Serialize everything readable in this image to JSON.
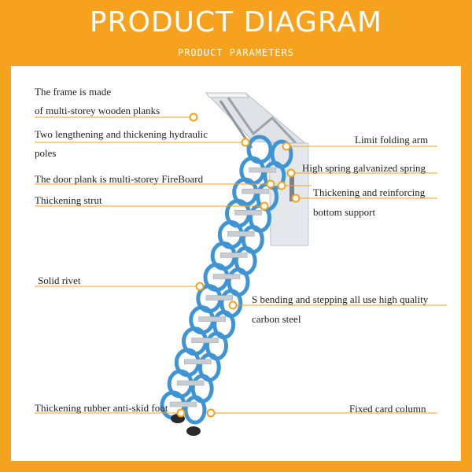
{
  "header": {
    "title": "PRODUCT DIAGRAM",
    "subtitle": "PRODUCT PARAMETERS"
  },
  "labels": {
    "frame_line1": "The frame is made",
    "frame_line2": "of multi-storey wooden planks",
    "hydraulic_line1": "Two lengthening and thickening hydraulic",
    "hydraulic_line2": "poles",
    "door_plank": "The door plank is multi-storey FireBoard",
    "strut": "Thickening strut",
    "rivet": "Solid rivet",
    "antiskid": "Thickening rubber anti-skid foot",
    "limit_arm": "Limit folding arm",
    "spring": "High spring galvanized spring",
    "support_line1": "Thickening and reinforcing",
    "support_line2": "bottom support",
    "steel_line1": "S bending and stepping all use high quality",
    "steel_line2": "carbon steel",
    "card_column": "Fixed card column"
  },
  "colors": {
    "banner": "#f6a21e",
    "panel": "#ffffff",
    "ladder_blue": "#3f95d3",
    "leader_line": "#f6a21e",
    "marker": "#f6a21e",
    "step": "#c9cdd1",
    "frame_metal": "#d9dde2"
  }
}
